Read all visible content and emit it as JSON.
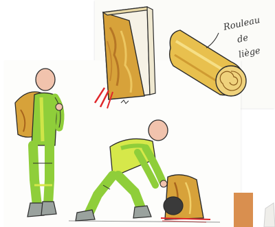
{
  "annotation": {
    "line1": "Rouleau",
    "line2": "de",
    "line3": "liège"
  },
  "colors": {
    "cork": "#d7a23a",
    "cork_light": "#f1d06a",
    "cork_dark": "#a8641c",
    "suit_green": "#8fce3a",
    "suit_lime": "#d6e84a",
    "skin": "#f1c3ad",
    "boots": "#9aa29e",
    "outline": "#2b2b2b",
    "red_mark": "#e0262a",
    "orange_tab": "#d98f4f"
  }
}
